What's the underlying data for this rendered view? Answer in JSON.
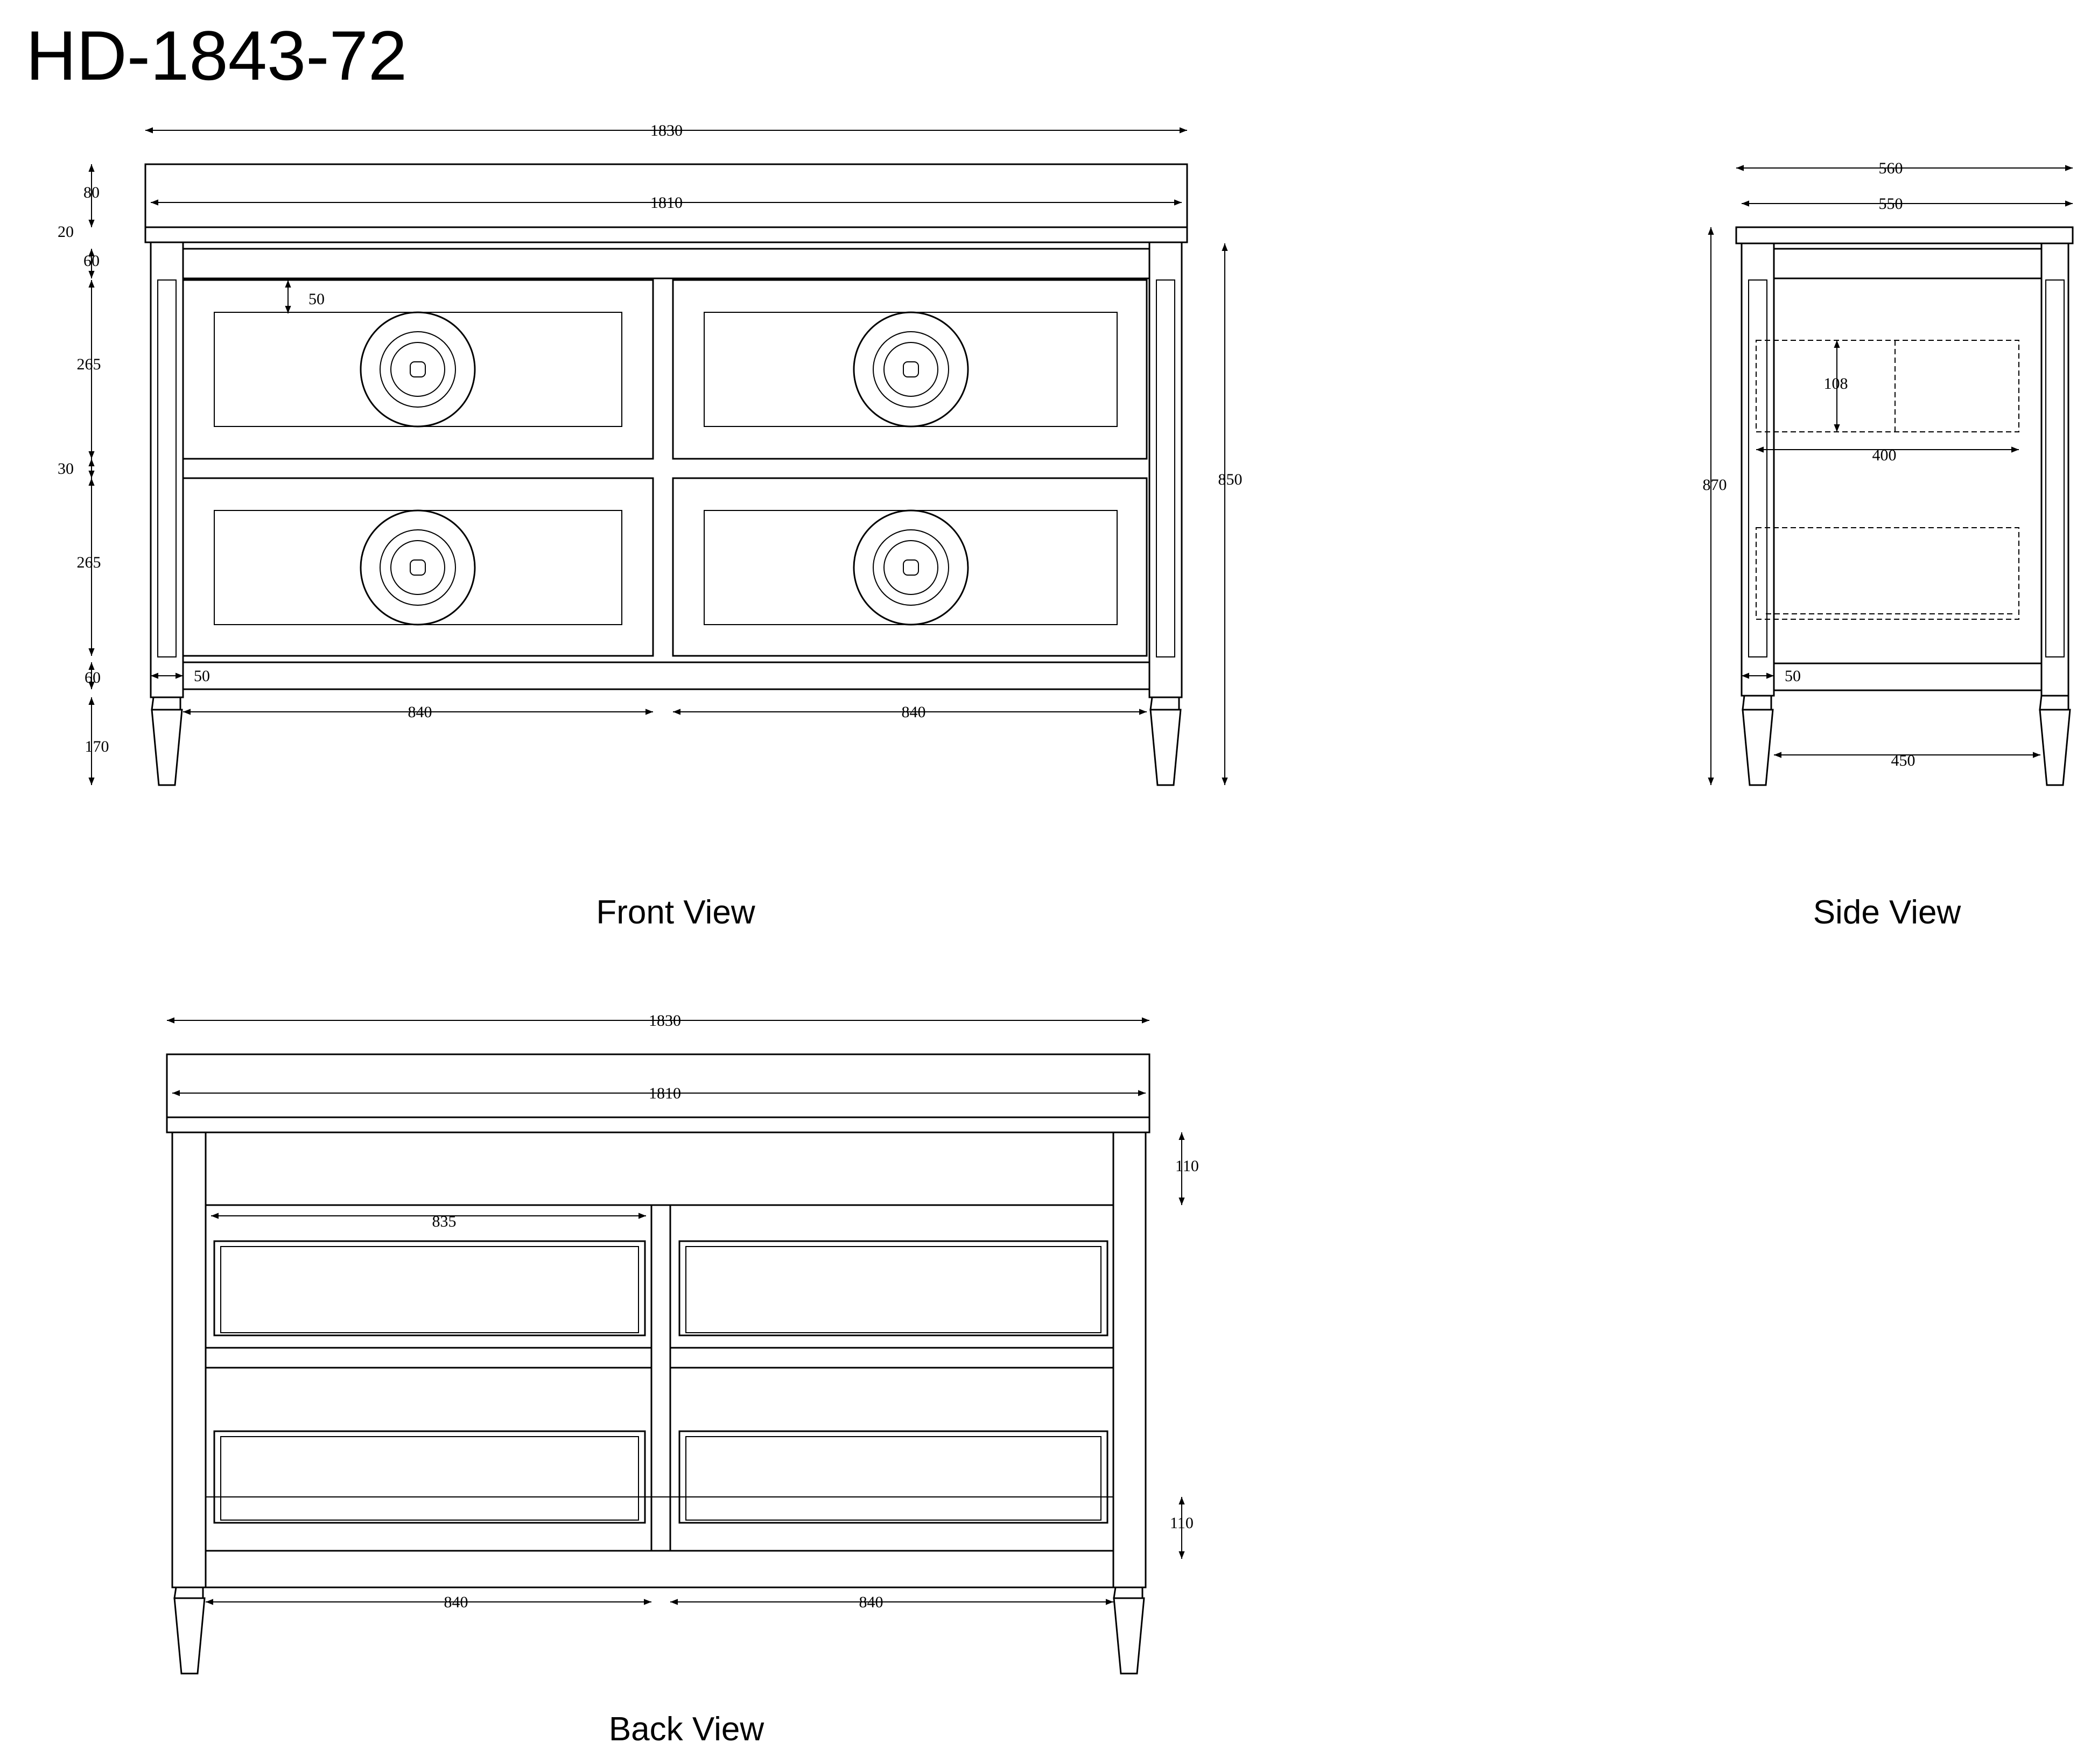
{
  "drawing": {
    "model": "HD-1843-72",
    "views": {
      "front": "Front View",
      "side": "Side View",
      "back": "Back View"
    }
  },
  "front_dims": {
    "overall_width": "1830",
    "top_width": "1810",
    "top_thickness": "80",
    "top_gap": "20",
    "rail": "60",
    "drawer_height_upper": "265",
    "drawer_gap": "30",
    "drawer_height_lower": "265",
    "bottom_rail": "60",
    "leg_height": "170",
    "overall_height": "850",
    "panel_inset": "50",
    "leg_width": "50",
    "bay_left": "840",
    "bay_right": "840"
  },
  "side_dims": {
    "overall_depth": "560",
    "top_depth": "550",
    "overall_height": "870",
    "drawer_box_height": "108",
    "drawer_depth": "400",
    "leg_width": "50",
    "leg_span": "450"
  },
  "back_dims": {
    "overall_width": "1830",
    "top_width": "1810",
    "top_rail": "110",
    "bottom_rail": "110",
    "drawer_width": "835",
    "bay_left": "840",
    "bay_right": "840"
  }
}
